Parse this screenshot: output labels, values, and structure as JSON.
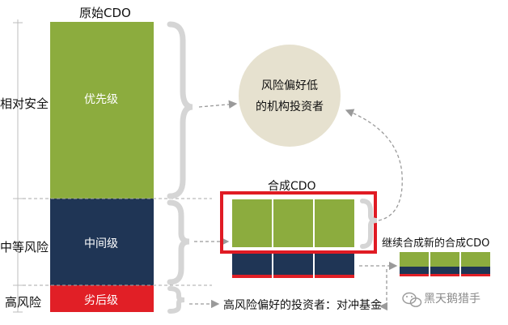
{
  "colors": {
    "senior": "#8cac3e",
    "mezzanine": "#1f3555",
    "equity": "#e11f26",
    "investor_circle": "#e6e1cf",
    "highlight_border": "#e01b24",
    "brace": "#d5d5d5",
    "dashed": "#9a9a9a"
  },
  "original_cdo": {
    "title": "原始CDO",
    "tranches": [
      {
        "label": "优先级",
        "color": "#8cac3e"
      },
      {
        "label": "中间级",
        "color": "#1f3555"
      },
      {
        "label": "劣后级",
        "color": "#e11f26"
      }
    ]
  },
  "risk_levels": [
    {
      "label": "相对安全"
    },
    {
      "label": "中等风险"
    },
    {
      "label": "高风险"
    }
  ],
  "investors": {
    "low_risk": {
      "line1": "风险偏好低",
      "line2": "的机构投资者"
    },
    "high_risk": "高风险偏好的投资者：对冲基金"
  },
  "synthetic_cdo": {
    "title": "合成CDO"
  },
  "repeat_synthetic": {
    "label": "继续合成新的合成CDO"
  },
  "watermark": {
    "text": "黑天鹅猎手",
    "icon": "wechat-icon"
  }
}
